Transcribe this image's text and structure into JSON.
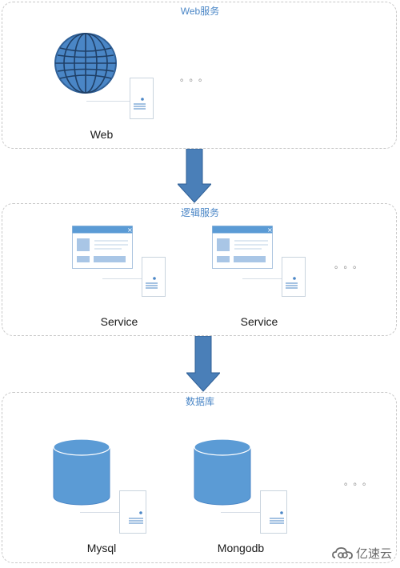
{
  "panels": {
    "web": {
      "title": "Web服务",
      "nodes": [
        {
          "label": "Web",
          "icon": "globe-icon"
        }
      ],
      "more": "。。。"
    },
    "logic": {
      "title": "逻辑服务",
      "nodes": [
        {
          "label": "Service",
          "icon": "window-icon"
        },
        {
          "label": "Service",
          "icon": "window-icon"
        }
      ],
      "more": "。。。"
    },
    "database": {
      "title": "数据库",
      "nodes": [
        {
          "label": "Mysql",
          "icon": "database-icon"
        },
        {
          "label": "Mongodb",
          "icon": "database-icon"
        }
      ],
      "more": "。。。"
    }
  },
  "colors": {
    "accent": "#4a86c6",
    "arrow_fill": "#4a7fb8",
    "cylinder_fill": "#5b9bd5",
    "panel_border": "#c8c8c8"
  },
  "watermark": {
    "text": "亿速云",
    "icon": "cloud-logo-icon"
  }
}
